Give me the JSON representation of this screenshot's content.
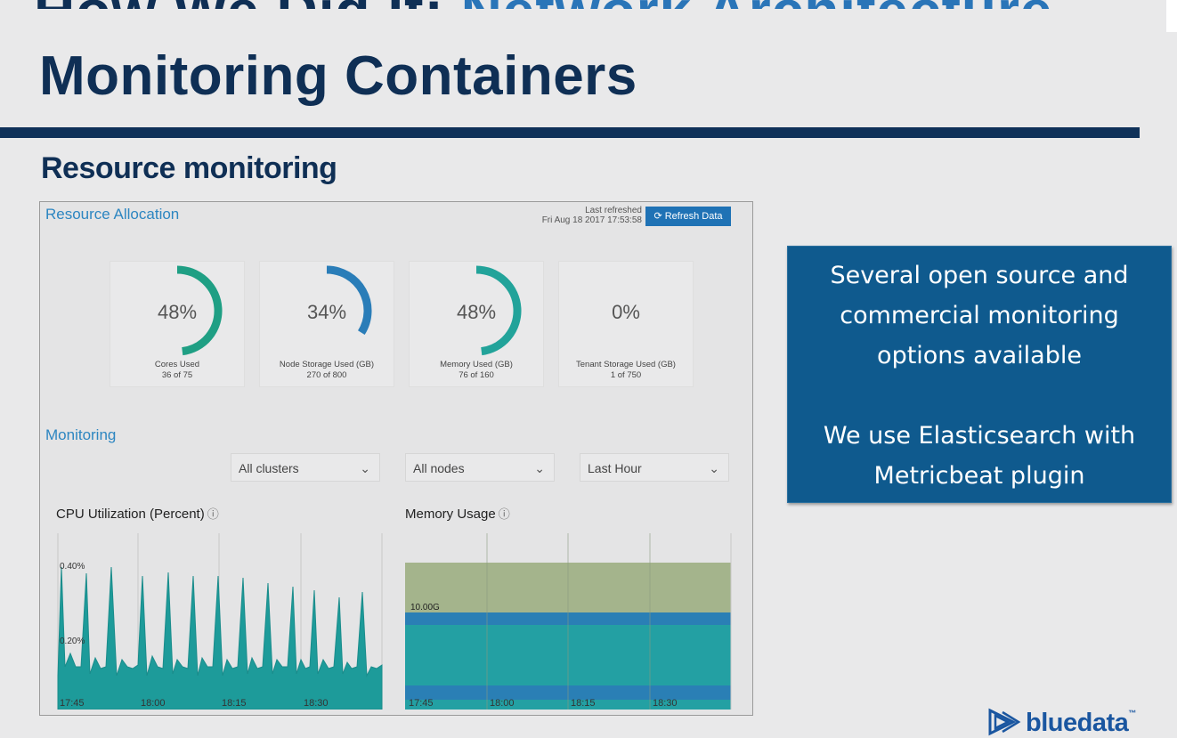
{
  "slide": {
    "prev_title_a": "How We Did It: ",
    "prev_title_b": "Network Architecture",
    "title": "Monitoring Containers",
    "subtitle": "Resource monitoring"
  },
  "resource_allocation": {
    "title": "Resource Allocation",
    "last_refreshed_label": "Last refreshed",
    "last_refreshed_time": "Fri Aug 18 2017 17:53:58",
    "refresh_button": "Refresh Data",
    "gauges": [
      {
        "percent_text": "48%",
        "fraction": 0.48,
        "color": "#1f9f84",
        "label": "Cores Used",
        "detail": "36 of 75"
      },
      {
        "percent_text": "34%",
        "fraction": 0.34,
        "color": "#2a7db8",
        "label": "Node Storage Used (GB)",
        "detail": "270 of 800"
      },
      {
        "percent_text": "48%",
        "fraction": 0.48,
        "color": "#22a39a",
        "label": "Memory Used (GB)",
        "detail": "76 of 160"
      },
      {
        "percent_text": "0%",
        "fraction": 0.0,
        "color": "#2a7db8",
        "label": "Tenant Storage Used (GB)",
        "detail": "1 of 750"
      }
    ]
  },
  "monitoring": {
    "title": "Monitoring",
    "filters": [
      "All clusters",
      "All nodes",
      "Last Hour"
    ],
    "cpu": {
      "title": "CPU Utilization (Percent)",
      "help_icon": "question-circle-icon",
      "y_labels": [
        "0.40%",
        "0.20%"
      ],
      "x_labels": [
        "17:45",
        "18:00",
        "18:15",
        "18:30"
      ],
      "fill_color": "#1d9b9a"
    },
    "memory": {
      "title": "Memory Usage",
      "help_icon": "question-circle-icon",
      "y_label": "10.00G",
      "x_labels": [
        "17:45",
        "18:00",
        "18:15",
        "18:30"
      ],
      "band_colors": [
        "#a4b48c",
        "#2a7fb5",
        "#23a0a3",
        "#2a7fb5",
        "#23a0a3"
      ]
    }
  },
  "callout": {
    "line1": "Several open source and",
    "line2": "commercial monitoring",
    "line3": "options available",
    "line4": "We use Elasticsearch with",
    "line5": "Metricbeat plugin",
    "bg_color": "#0f5a8e"
  },
  "logo": {
    "word_a": "blue",
    "word_b": "data",
    "tm": "™",
    "icon": "bluedata-logo-icon"
  }
}
